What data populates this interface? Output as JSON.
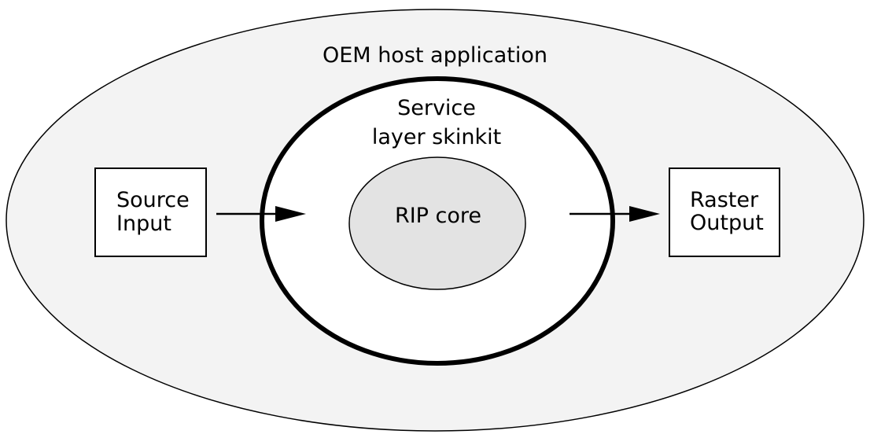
{
  "outer": {
    "label": "OEM host application",
    "fill": "#f3f3f3"
  },
  "service": {
    "label_line1": "Service",
    "label_line2": "layer skinkit",
    "fill": "#ffffff"
  },
  "core": {
    "label": "RIP core",
    "fill": "#e3e3e3"
  },
  "source": {
    "label_line1": "Source",
    "label_line2": "Input"
  },
  "raster": {
    "label_line1": "Raster",
    "label_line2": "Output"
  },
  "colors": {
    "stroke": "#000000",
    "box_fill": "#ffffff"
  }
}
